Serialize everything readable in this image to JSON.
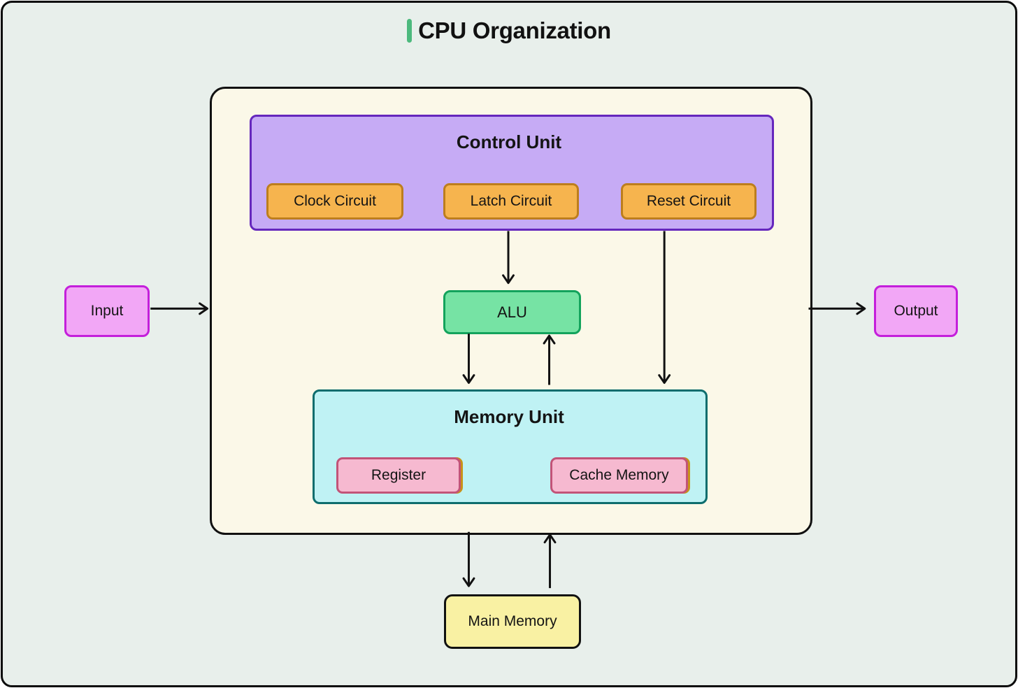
{
  "title": {
    "text": "CPU Organization",
    "accent_color": "#4cb97d"
  },
  "nodes": {
    "control_unit": {
      "label": "Control Unit",
      "fill": "#c6abf5",
      "border": "#6527bd"
    },
    "clock_circuit": {
      "label": "Clock Circuit",
      "fill": "#f6b44e",
      "border": "#bd7e1d"
    },
    "latch_circuit": {
      "label": "Latch Circuit",
      "fill": "#f6b44e",
      "border": "#bd7e1d"
    },
    "reset_circuit": {
      "label": "Reset Circuit",
      "fill": "#f6b44e",
      "border": "#bd7e1d"
    },
    "alu": {
      "label": "ALU",
      "fill": "#76e3a4",
      "border": "#13a35c"
    },
    "memory_unit": {
      "label": "Memory Unit",
      "fill": "#bff2f4",
      "border": "#0d6d6d"
    },
    "register": {
      "label": "Register",
      "fill": "#f6b9d0",
      "border": "#c25478"
    },
    "cache_memory": {
      "label": "Cache Memory",
      "fill": "#f6b9d0",
      "border": "#c25478"
    },
    "input": {
      "label": "Input",
      "fill": "#f2a7f6",
      "border": "#c41fdb"
    },
    "output": {
      "label": "Output",
      "fill": "#f2a7f6",
      "border": "#c41fdb"
    },
    "main_memory": {
      "label": "Main Memory",
      "fill": "#f9f1a3",
      "border": "#111111"
    }
  },
  "edges": [
    {
      "from": "input",
      "to": "cpu"
    },
    {
      "from": "cpu",
      "to": "output"
    },
    {
      "from": "latch_circuit",
      "to": "alu"
    },
    {
      "from": "alu",
      "to": "memory_unit"
    },
    {
      "from": "memory_unit",
      "to": "alu"
    },
    {
      "from": "reset_circuit",
      "to": "memory_unit"
    },
    {
      "from": "cpu",
      "to": "main_memory"
    },
    {
      "from": "main_memory",
      "to": "cpu"
    }
  ],
  "colors": {
    "canvas_background": "#e8efeb",
    "cpu_container_fill": "#fbf8e8",
    "outline": "#111111",
    "arrow": "#111111"
  }
}
